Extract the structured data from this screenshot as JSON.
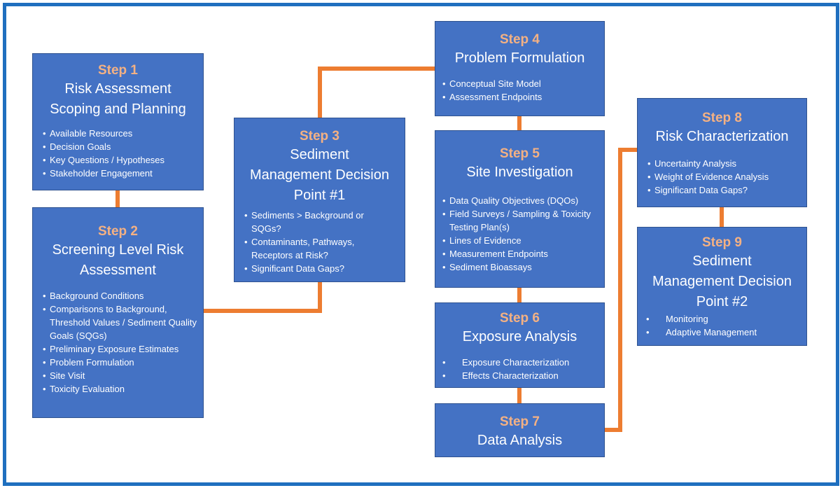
{
  "colors": {
    "box_fill": "#4472c4",
    "step_label": "#f4b183",
    "connector": "#ed7d31",
    "frame": "#1f6fbf"
  },
  "steps": [
    {
      "label": "Step 1",
      "title_lines": [
        "Risk Assessment",
        "Scoping and Planning"
      ],
      "items": [
        "Available Resources",
        "Decision Goals",
        "Key Questions / Hypotheses",
        "Stakeholder Engagement"
      ]
    },
    {
      "label": "Step 2",
      "title_lines": [
        "Screening Level Risk",
        "Assessment"
      ],
      "items": [
        "Background Conditions",
        "Comparisons to Background, Threshold Values / Sediment Quality Goals (SQGs)",
        "Preliminary Exposure Estimates",
        "Problem Formulation",
        "Site Visit",
        "Toxicity Evaluation"
      ]
    },
    {
      "label": "Step 3",
      "title_lines": [
        "Sediment",
        "Management Decision",
        "Point #1"
      ],
      "items": [
        "Sediments > Background or SQGs?",
        "Contaminants, Pathways, Receptors at Risk?",
        "Significant Data Gaps?"
      ]
    },
    {
      "label": "Step 4",
      "title_lines": [
        "Problem Formulation"
      ],
      "items": [
        "Conceptual Site Model",
        "Assessment Endpoints"
      ]
    },
    {
      "label": "Step 5",
      "title_lines": [
        "Site Investigation"
      ],
      "items": [
        "Data Quality Objectives (DQOs)",
        "Field Surveys / Sampling & Toxicity Testing Plan(s)",
        "Lines of Evidence",
        "Measurement Endpoints",
        "Sediment Bioassays"
      ]
    },
    {
      "label": "Step 6",
      "title_lines": [
        "Exposure Analysis"
      ],
      "items": [
        "Exposure Characterization",
        "Effects Characterization"
      ]
    },
    {
      "label": "Step 7",
      "title_lines": [
        "Data Analysis"
      ],
      "items": []
    },
    {
      "label": "Step 8",
      "title_lines": [
        "Risk Characterization"
      ],
      "items": [
        "Uncertainty Analysis",
        "Weight of Evidence Analysis",
        "Significant Data Gaps?"
      ]
    },
    {
      "label": "Step 9",
      "title_lines": [
        "Sediment",
        "Management Decision",
        "Point #2"
      ],
      "items": [
        "Monitoring",
        "Adaptive Management"
      ]
    }
  ]
}
